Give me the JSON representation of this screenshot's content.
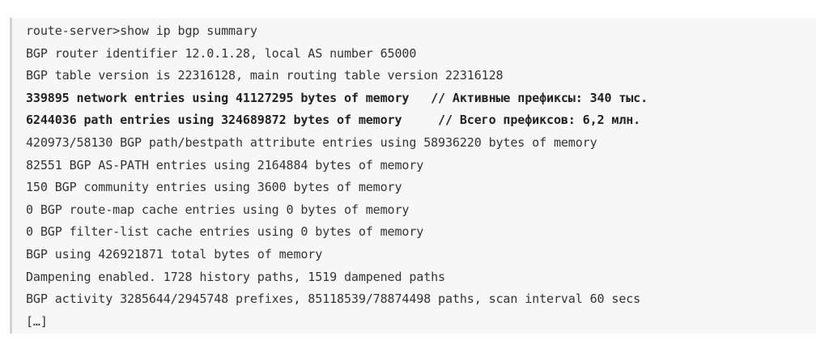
{
  "terminal": {
    "lines": [
      {
        "text": "route-server>show ip bgp summary",
        "bold": false
      },
      {
        "text": "BGP router identifier 12.0.1.28, local AS number 65000",
        "bold": false
      },
      {
        "text": "BGP table version is 22316128, main routing table version 22316128",
        "bold": false
      },
      {
        "text": "339895 network entries using 41127295 bytes of memory   // Активные префиксы: 340 тыс.",
        "bold": true
      },
      {
        "text": "6244036 path entries using 324689872 bytes of memory     // Всего префиксов: 6,2 млн.",
        "bold": true
      },
      {
        "text": "420973/58130 BGP path/bestpath attribute entries using 58936220 bytes of memory",
        "bold": false
      },
      {
        "text": "82551 BGP AS-PATH entries using 2164884 bytes of memory",
        "bold": false
      },
      {
        "text": "150 BGP community entries using 3600 bytes of memory",
        "bold": false
      },
      {
        "text": "0 BGP route-map cache entries using 0 bytes of memory",
        "bold": false
      },
      {
        "text": "0 BGP filter-list cache entries using 0 bytes of memory",
        "bold": false
      },
      {
        "text": "BGP using 426921871 total bytes of memory",
        "bold": false
      },
      {
        "text": "Dampening enabled. 1728 history paths, 1519 dampened paths",
        "bold": false
      },
      {
        "text": "BGP activity 3285644/2945748 prefixes, 85118539/78874498 paths, scan interval 60 secs",
        "bold": false
      },
      {
        "text": "[…]",
        "bold": false
      }
    ]
  }
}
